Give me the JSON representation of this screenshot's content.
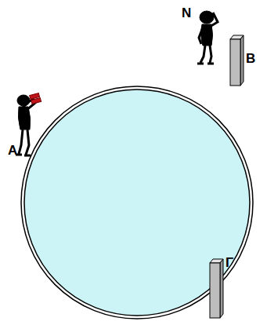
{
  "diagram": {
    "labels": [
      "N",
      "B",
      "A",
      "Γ"
    ]
  }
}
